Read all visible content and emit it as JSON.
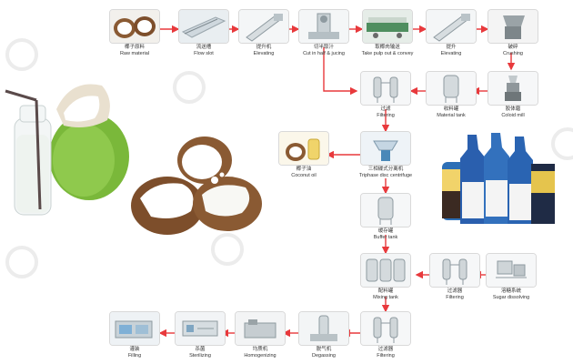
{
  "steps": [
    {
      "key": "raw-material",
      "cn": "椰子原料",
      "en": "Raw material",
      "icon": "coconut-icon"
    },
    {
      "key": "flow-slot",
      "cn": "流送槽",
      "en": "Flow slot",
      "icon": "flow-slot-icon"
    },
    {
      "key": "elevating-1",
      "cn": "提升机",
      "en": "Elevating",
      "icon": "elevator-icon"
    },
    {
      "key": "cut-juicing",
      "cn": "切半取汁",
      "en": "Cut in half & jucing",
      "icon": "cutter-icon"
    },
    {
      "key": "take-pulp",
      "cn": "取椰肉输送",
      "en": "Take pulp out & convey",
      "icon": "conveyor-icon"
    },
    {
      "key": "elevating-2",
      "cn": "提升",
      "en": "Elevating",
      "icon": "elevator-icon"
    },
    {
      "key": "crushing",
      "cn": "破碎",
      "en": "Crushing",
      "icon": "crusher-icon"
    },
    {
      "key": "filtering-1",
      "cn": "过滤",
      "en": "Filtering",
      "icon": "filter-icon"
    },
    {
      "key": "material-tank",
      "cn": "收料罐",
      "en": "Material tank",
      "icon": "tank-icon"
    },
    {
      "key": "coloid-mill",
      "cn": "胶体磨",
      "en": "Coloid mill",
      "icon": "colloid-mill-icon"
    },
    {
      "key": "coconut-oil",
      "cn": "椰子油",
      "en": "Coconut oil",
      "icon": "oil-icon"
    },
    {
      "key": "centrifuge",
      "cn": "三相碟式分离机",
      "en": "Triphase disc centrifuge",
      "icon": "centrifuge-icon"
    },
    {
      "key": "buffer-tank",
      "cn": "缓存罐",
      "en": "Buffer tank",
      "icon": "tank-icon"
    },
    {
      "key": "mixing-tank",
      "cn": "配料罐",
      "en": "Mixing tank",
      "icon": "mixing-tank-icon"
    },
    {
      "key": "filtering-2",
      "cn": "过滤器",
      "en": "Filtering",
      "icon": "filter-icon"
    },
    {
      "key": "sugar-dissolving",
      "cn": "溶糖系统",
      "en": "Sugar dissolving",
      "icon": "sugar-dissolver-icon"
    },
    {
      "key": "filling",
      "cn": "灌装",
      "en": "Filling",
      "icon": "filling-machine-icon"
    },
    {
      "key": "sterilizing",
      "cn": "杀菌",
      "en": "Sterilizing",
      "icon": "sterilizer-icon"
    },
    {
      "key": "homogenizing",
      "cn": "均质机",
      "en": "Homogenizing",
      "icon": "homogenizer-icon"
    },
    {
      "key": "degassing",
      "cn": "脱气机",
      "en": "Degassing",
      "icon": "degasser-icon"
    },
    {
      "key": "filtering-3",
      "cn": "过滤器",
      "en": "Filtering",
      "icon": "filter-icon"
    }
  ],
  "colors": {
    "arrow": "#e8393c",
    "thumb_border": "#d9d9d9",
    "coconut_green": "#7ab83a",
    "coconut_brown": "#8a5a33"
  }
}
